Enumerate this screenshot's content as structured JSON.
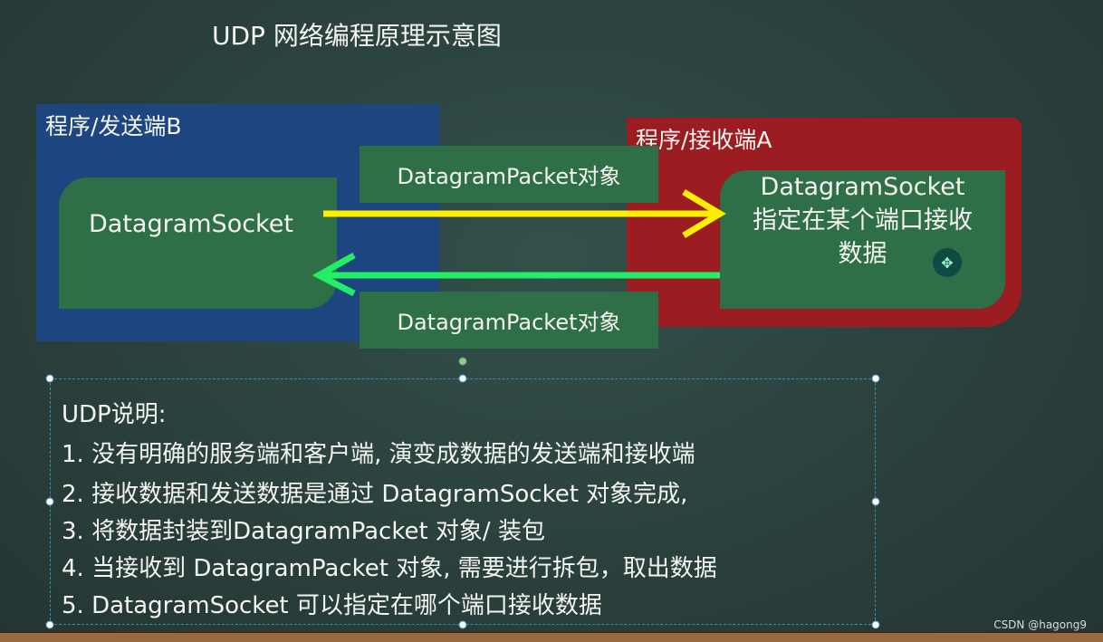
{
  "title": "UDP 网络编程原理示意图",
  "sender": {
    "label": "程序/发送端B",
    "socket": "DatagramSocket"
  },
  "receiver": {
    "label": "程序/接收端A",
    "socket_line1": "DatagramSocket",
    "socket_line2": "指定在某个端口接收",
    "socket_line3": "数据"
  },
  "packets": {
    "top": "DatagramPacket对象",
    "bottom": "DatagramPacket对象"
  },
  "notes": {
    "heading": "UDP说明:",
    "items": [
      "1. 没有明确的服务端和客户端, 演变成数据的发送端和接收端",
      "2. 接收数据和发送数据是通过 DatagramSocket 对象完成,",
      "3. 将数据封装到DatagramPacket 对象/ 装包",
      "4. 当接收到 DatagramPacket 对象, 需要进行拆包，取出数据",
      "5. DatagramSocket 可以指定在哪个端口接收数据"
    ]
  },
  "watermark": "CSDN @hagong9",
  "colors": {
    "sender": "#1d4681",
    "receiver": "#9b1d21",
    "socket": "#2f6f47",
    "send_arrow": "#ffee00",
    "recv_arrow": "#22ee66"
  }
}
